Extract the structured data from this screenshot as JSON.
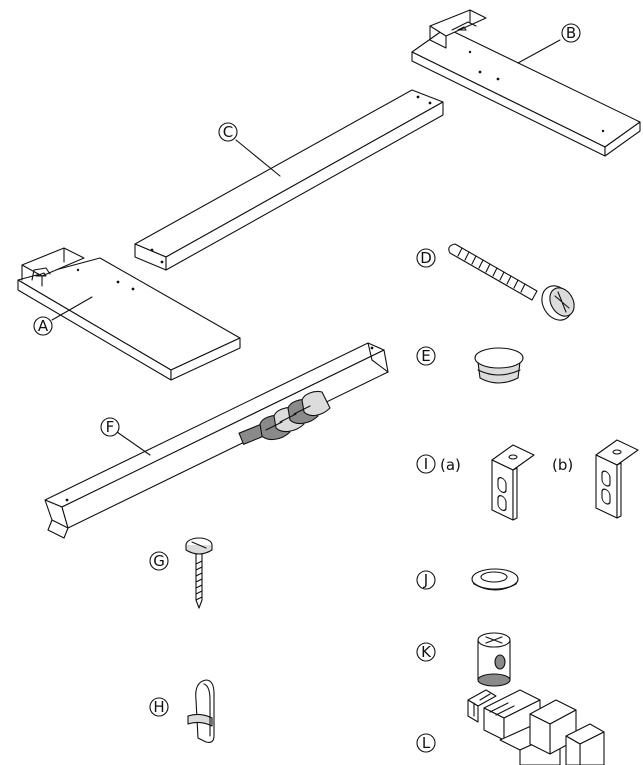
{
  "parts": [
    {
      "id": "A",
      "glyph": "Ⓐ",
      "description": "side-panel-left"
    },
    {
      "id": "B",
      "glyph": "Ⓑ",
      "description": "side-panel-right"
    },
    {
      "id": "C",
      "glyph": "Ⓒ",
      "description": "back-panel"
    },
    {
      "id": "D",
      "glyph": "Ⓓ",
      "description": "long-bolt"
    },
    {
      "id": "E",
      "glyph": "Ⓔ",
      "description": "cap"
    },
    {
      "id": "F",
      "glyph": "Ⓕ",
      "description": "pedal-unit"
    },
    {
      "id": "G",
      "glyph": "Ⓖ",
      "description": "screw"
    },
    {
      "id": "H",
      "glyph": "Ⓗ",
      "description": "cord-clip"
    },
    {
      "id": "I",
      "glyph": "Ⓘ",
      "description": "brackets"
    },
    {
      "id": "J",
      "glyph": "Ⓙ",
      "description": "round-cap"
    },
    {
      "id": "K",
      "glyph": "Ⓚ",
      "description": "cam-nut"
    },
    {
      "id": "L",
      "glyph": "Ⓛ",
      "description": "clip-set"
    }
  ],
  "sublabels": {
    "a": "(a)",
    "b": "(b)"
  }
}
